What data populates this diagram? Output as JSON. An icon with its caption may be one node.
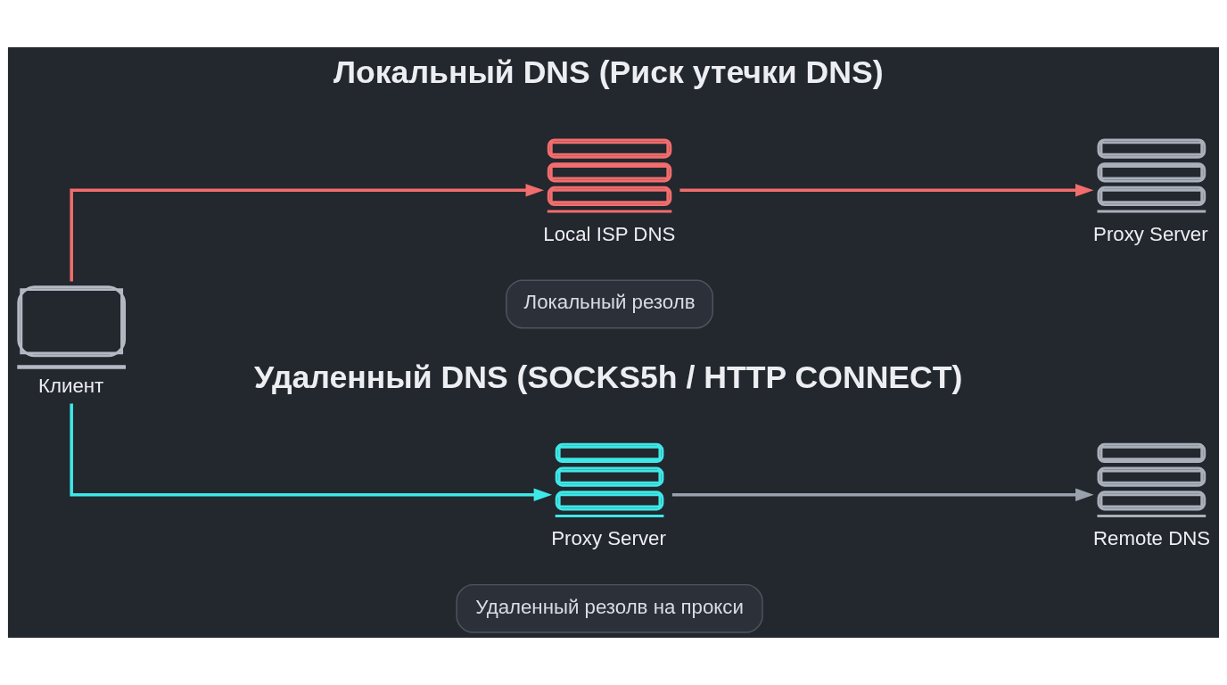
{
  "diagram": {
    "nodes": [
      {
        "text": [
          "Клиент"
        ]
      },
      {
        "text": [
          "Local ISP DNS"
        ]
      },
      {
        "text": [
          "Proxy Server"
        ]
      },
      {
        "text": [
          "Локальный резолв"
        ]
      },
      {
        "text": [
          "Proxy Server"
        ]
      },
      {
        "text": [
          "Remote DNS"
        ]
      },
      {
        "text": [
          "Удаленный резолв на прокси"
        ]
      }
    ],
    "edges": [
      {
        "from": 0,
        "to": 1,
        "arrow": "to",
        "color": "#f26d6d"
      },
      {
        "from": 1,
        "to": 2,
        "arrow": "to",
        "color": "#f26d6d"
      },
      {
        "from": 0,
        "to": 4,
        "arrow": "to",
        "color": "#3ee8e8"
      },
      {
        "from": 4,
        "to": 5,
        "arrow": "to",
        "color": "#9aa3ad"
      }
    ],
    "labels": [
      "Локальный DNS (Риск утечки DNS)",
      "Удаленный DNS (SOCKS5h / HTTP CONNECT)"
    ]
  }
}
